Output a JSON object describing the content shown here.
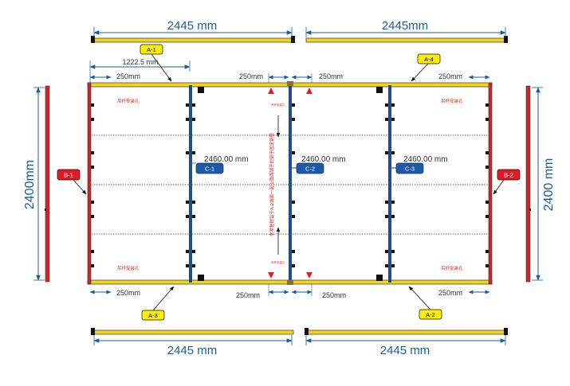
{
  "dimensions": {
    "top_left_width": "2445 mm",
    "top_right_width": "2445mm",
    "bottom_left_width": "2445 mm",
    "bottom_right_width": "2445 mm",
    "half_span": "1222.5 mm",
    "offset_top_left": "250mm",
    "offset_top_mid_left": "250mm",
    "offset_top_mid_right": "250mm",
    "offset_top_right": "250mm",
    "offset_bottom_left": "250mm",
    "offset_bottom_mid_left": "250mm",
    "offset_bottom_mid_right": "250mm",
    "offset_bottom_right": "250mm",
    "height_left": "2400mm",
    "height_right": "2400 mm",
    "column_c1": "2460.00 mm",
    "column_c2": "2460.00 mm",
    "column_c3": "2460.00 mm"
  },
  "tags": {
    "a1": "A-1",
    "a2": "A-2",
    "a3": "A-3",
    "a4": "A-4",
    "b1": "B-1",
    "b2": "B-2",
    "c1": "C-1",
    "c2": "C-2",
    "c3": "C-3"
  },
  "notes": {
    "hoist_hole_tl": "吊杆安装孔",
    "hoist_hole_tr": "吊杆安装孔",
    "hoist_hole_bl": "吊杆安装孔",
    "hoist_hole_br": "吊杆安装孔",
    "center_vertical": "本孝桩桩钻于A-2端面一起上面两钢子的钢子固定钢管",
    "small_top": "吊杆安装孔",
    "small_bottom": "吊杆安装孔"
  },
  "colors": {
    "frame_yellow": "#f2d51c",
    "frame_red": "#c8282b",
    "column_blue": "#1f4e8f",
    "dim_blue": "#1a5e99",
    "tag_yellow": "#ffee00",
    "tag_red": "#e01b24",
    "tag_blue": "#1d5aa8"
  }
}
